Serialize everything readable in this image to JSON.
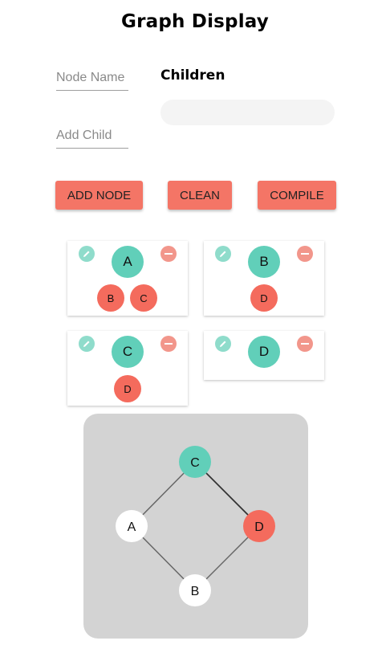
{
  "title": "Graph Display",
  "form": {
    "node_name_placeholder": "Node Name",
    "add_child_placeholder": "Add Child",
    "children_label": "Children"
  },
  "buttons": {
    "add_node": "ADD NODE",
    "clean": "CLEAN",
    "compile": "COMPILE"
  },
  "colors": {
    "accent": "#f47566",
    "node_main": "#61cfb9",
    "node_child": "#f46b5d",
    "graph_bg": "#d3d3d3"
  },
  "cards": [
    {
      "node": "A",
      "children": [
        "B",
        "C"
      ],
      "edit_icon": "pencil-icon",
      "delete_icon": "minus-icon"
    },
    {
      "node": "B",
      "children": [
        "D"
      ],
      "edit_icon": "pencil-icon",
      "delete_icon": "minus-icon"
    },
    {
      "node": "C",
      "children": [
        "D"
      ],
      "edit_icon": "pencil-icon",
      "delete_icon": "minus-icon"
    },
    {
      "node": "D",
      "children": [],
      "edit_icon": "pencil-icon",
      "delete_icon": "minus-icon"
    }
  ],
  "graph": {
    "nodes": [
      {
        "id": "C",
        "color": "#61cfb9"
      },
      {
        "id": "A",
        "color": "#ffffff"
      },
      {
        "id": "D",
        "color": "#f46b5d"
      },
      {
        "id": "B",
        "color": "#ffffff"
      }
    ],
    "edges": [
      [
        "A",
        "C"
      ],
      [
        "C",
        "D"
      ],
      [
        "A",
        "B"
      ],
      [
        "B",
        "D"
      ]
    ]
  }
}
